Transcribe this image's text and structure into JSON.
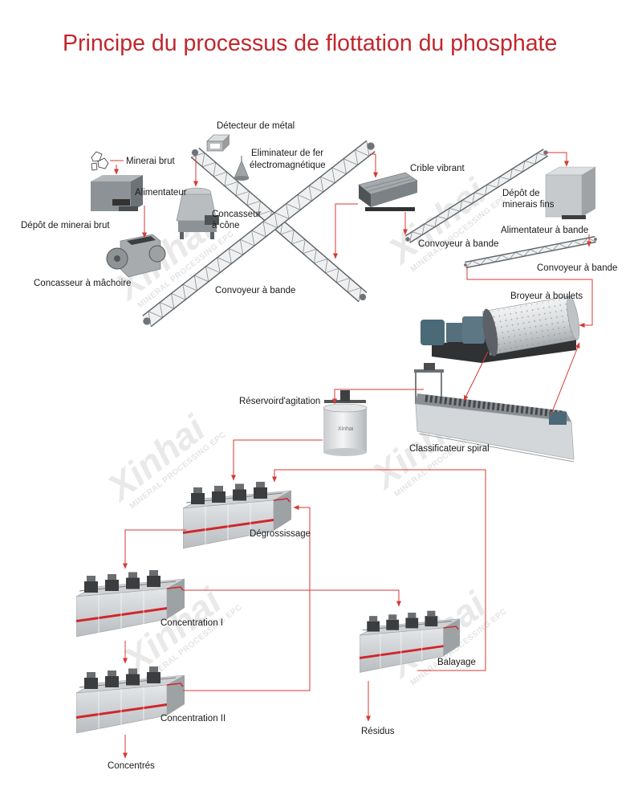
{
  "title": "Principe du processus de flottation du phosphate",
  "labels": {
    "metal_detector": "Détecteur de métal",
    "raw_ore": "Minerai brut",
    "iron_remover": [
      "Eliminateur de fer",
      "électromagnétique"
    ],
    "vibrating_screen": "Crible vibrant",
    "feeder": "Alimentateur",
    "fine_ore_bin": [
      "Dépôt de",
      "minerais fins"
    ],
    "cone_crusher": [
      "Concasseur",
      "à cône"
    ],
    "raw_ore_bin": "Dépôt de minerai brut",
    "belt_feeder": "Alimentateur à bande",
    "conveyor_3": "Convoyeur à bande",
    "conveyor_4": "Convoyeur à bande",
    "jaw_crusher": "Concasseur à mâchoire",
    "conveyor_main": "Convoyeur à bande",
    "ball_mill": "Broyeur à boulets",
    "agitation_tank": "Réservoird'agitation",
    "spiral_classifier": "Classificateur spiral",
    "roughing": "Dégrossissage",
    "cleaning_1": "Concentration I",
    "scavenging": "Balayage",
    "cleaning_2": "Concentration II",
    "tailings": "Résidus",
    "concentrate": "Concentrés"
  },
  "colors": {
    "title": "#c1272d",
    "flow_line": "#d63a34",
    "flotation_stripe": "#d0262c"
  },
  "watermark": {
    "brand": "Xinhai",
    "tagline": "MINERAL PROCESSING EPC"
  }
}
